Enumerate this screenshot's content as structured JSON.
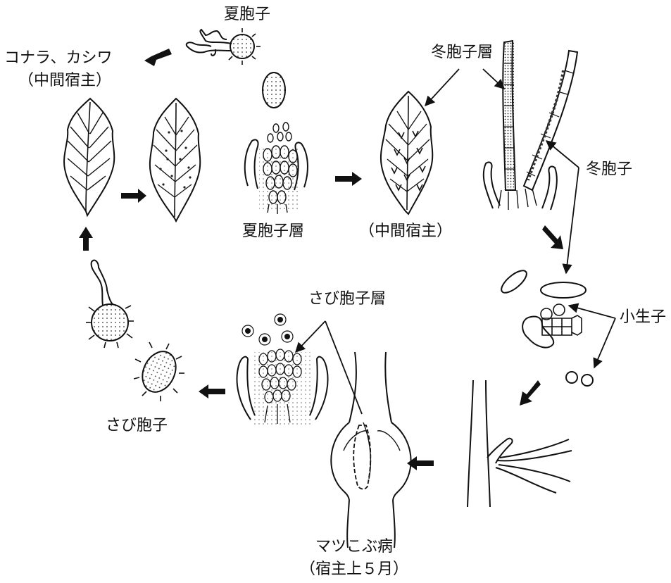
{
  "labels": {
    "natsu_houshi": "夏胞子",
    "host_name": "コナラ、カシワ",
    "host_note": "（中間宿主）",
    "natsu_houshi_sou": "夏胞子層",
    "intermediate_host": "（中間宿主）",
    "fuyu_houshi_sou": "冬胞子層",
    "fuyu_houshi": "冬胞子",
    "shou_seishi": "小生子",
    "sabi_houshi_sou": "さび胞子層",
    "sabi_houshi": "さび胞子",
    "disease": "マツこぶ病",
    "disease_note": "（宿主上５月）"
  },
  "colors": {
    "ink": "#111111",
    "paper": "#ffffff"
  }
}
